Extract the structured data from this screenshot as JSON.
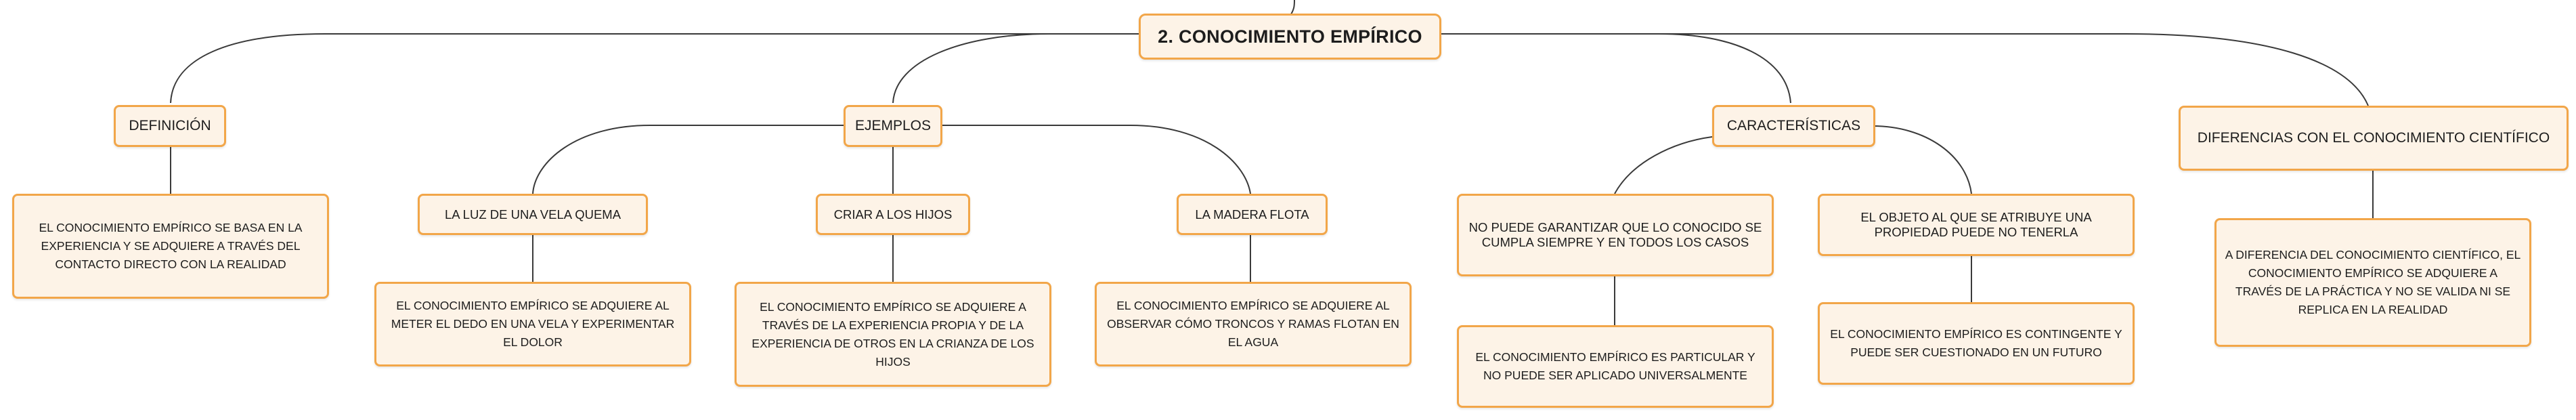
{
  "mindmap": {
    "root": "2. CONOCIMIENTO EMPÍRICO",
    "definicion": {
      "title": "DEFINICIÓN",
      "text": "EL CONOCIMIENTO EMPÍRICO SE BASA EN LA EXPERIENCIA Y SE ADQUIERE A TRAVÉS DEL CONTACTO DIRECTO CON LA REALIDAD"
    },
    "ejemplos": {
      "title": "EJEMPLOS",
      "items": [
        {
          "title": "LA LUZ DE UNA VELA QUEMA",
          "text": "EL CONOCIMIENTO EMPÍRICO SE ADQUIERE AL METER EL DEDO EN UNA VELA Y EXPERIMENTAR EL DOLOR"
        },
        {
          "title": "CRIAR A LOS HIJOS",
          "text": "EL CONOCIMIENTO EMPÍRICO SE ADQUIERE A TRAVÉS DE LA EXPERIENCIA PROPIA Y DE LA EXPERIENCIA DE OTROS EN LA CRIANZA DE LOS HIJOS"
        },
        {
          "title": "LA MADERA FLOTA",
          "text": "EL CONOCIMIENTO EMPÍRICO SE ADQUIERE AL OBSERVAR CÓMO TRONCOS Y RAMAS FLOTAN EN EL AGUA"
        }
      ]
    },
    "caracteristicas": {
      "title": "CARACTERÍSTICAS",
      "items": [
        {
          "title": "NO PUEDE GARANTIZAR QUE LO CONOCIDO SE CUMPLA SIEMPRE Y EN TODOS LOS CASOS",
          "text": "EL CONOCIMIENTO EMPÍRICO ES PARTICULAR Y NO PUEDE SER APLICADO UNIVERSALMENTE"
        },
        {
          "title": "EL OBJETO AL QUE SE ATRIBUYE UNA PROPIEDAD PUEDE NO TENERLA",
          "text": "EL CONOCIMIENTO EMPÍRICO ES CONTINGENTE Y PUEDE SER CUESTIONADO EN UN FUTURO"
        }
      ]
    },
    "diferencias": {
      "title": "DIFERENCIAS CON EL CONOCIMIENTO CIENTÍFICO",
      "text": "A DIFERENCIA DEL CONOCIMIENTO CIENTÍFICO, EL CONOCIMIENTO EMPÍRICO SE ADQUIERE A TRAVÉS DE LA PRÁCTICA Y NO SE VALIDA NI SE REPLICA EN LA REALIDAD"
    },
    "colors": {
      "node_fill": "#fdf3e7",
      "node_border": "#f2a649",
      "connector": "#3a3a3a",
      "text": "#1d1d1d"
    }
  }
}
